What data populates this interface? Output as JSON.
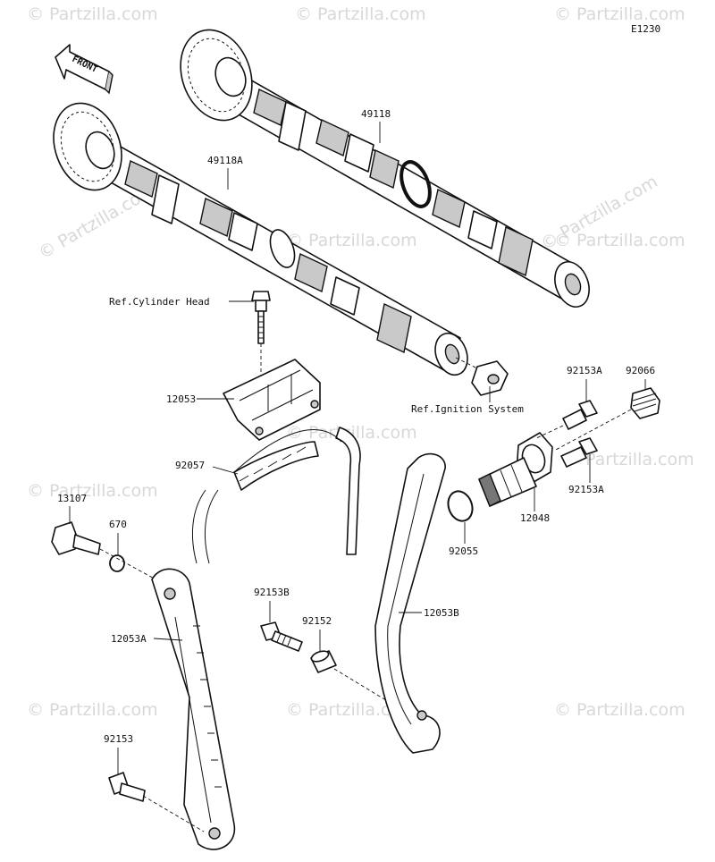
{
  "diagram_code": "E1230",
  "front_label": "FRONT",
  "watermark_text": "© Partzilla.com",
  "references": {
    "cylinder_head": "Ref.Cylinder Head",
    "ignition_system": "Ref.Ignition System"
  },
  "part_labels": {
    "camshaft_exhaust": "49118",
    "camshaft_intake": "49118A",
    "chain_guide_upper": "12053",
    "cam_chain": "92057",
    "tensioner_bolt_a_top": "92153A",
    "tensioner_cap_bolt": "92066",
    "tensioner_bolt_a_bottom": "92153A",
    "tensioner": "12048",
    "tensioner_oring": "92055",
    "guide_bolt_13107": "13107",
    "oring_670": "670",
    "chain_guide_left": "12053A",
    "bolt_92153B": "92153B",
    "collar_92152": "92152",
    "chain_guide_right": "12053B",
    "bolt_92153": "92153"
  }
}
